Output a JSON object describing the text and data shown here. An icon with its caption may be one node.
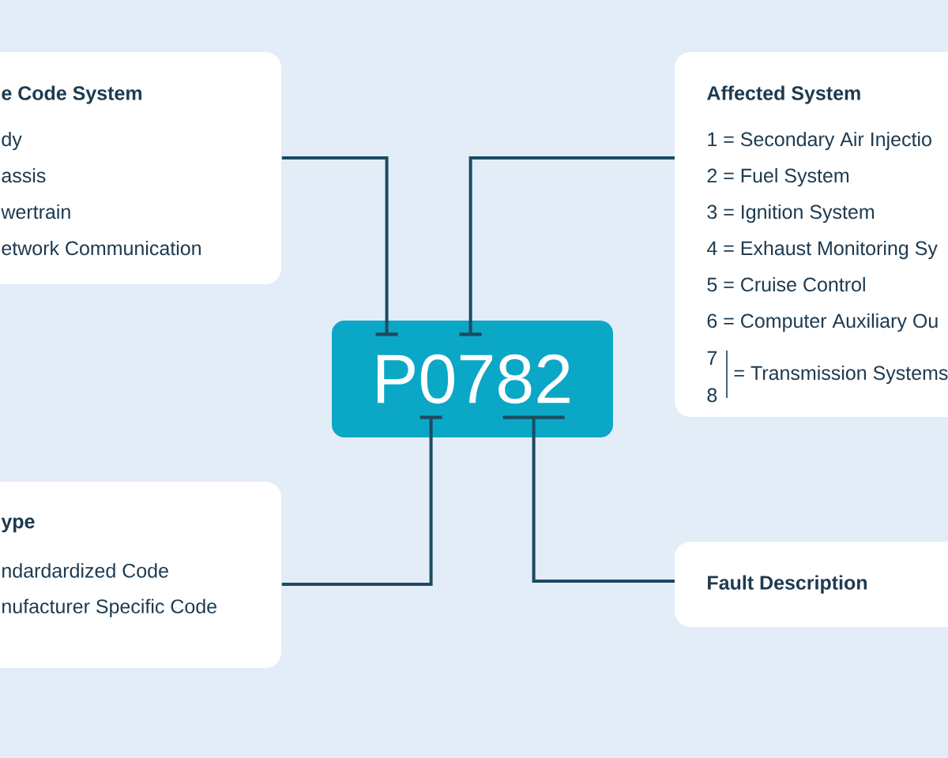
{
  "diagram": {
    "nodes": [
      {
        "text": [
          "e Code System",
          "dy",
          "assis",
          "wertrain",
          "etwork Communication"
        ]
      },
      {
        "text": [
          "Affected System",
          "1 = Secondary Air Injectio",
          "2 = Fuel System",
          "3 = Ignition System",
          "4 = Exhaust Monitoring Sy",
          "5 = Cruise Control",
          "6 = Computer Auxiliary Ou",
          "7",
          "8",
          "= Transmission Systems"
        ]
      },
      {
        "text": [
          "P0782"
        ]
      },
      {
        "text": [
          "ype",
          "ndardardized Code",
          "nufacturer Specific Code"
        ]
      },
      {
        "text": [
          "Fault Description"
        ]
      }
    ],
    "edges": [
      {
        "from": 0,
        "to": 2,
        "arrow": "other"
      },
      {
        "from": 1,
        "to": 2,
        "arrow": "other"
      },
      {
        "from": 3,
        "to": 2,
        "arrow": "other"
      },
      {
        "from": 4,
        "to": 2,
        "arrow": "other"
      }
    ]
  }
}
